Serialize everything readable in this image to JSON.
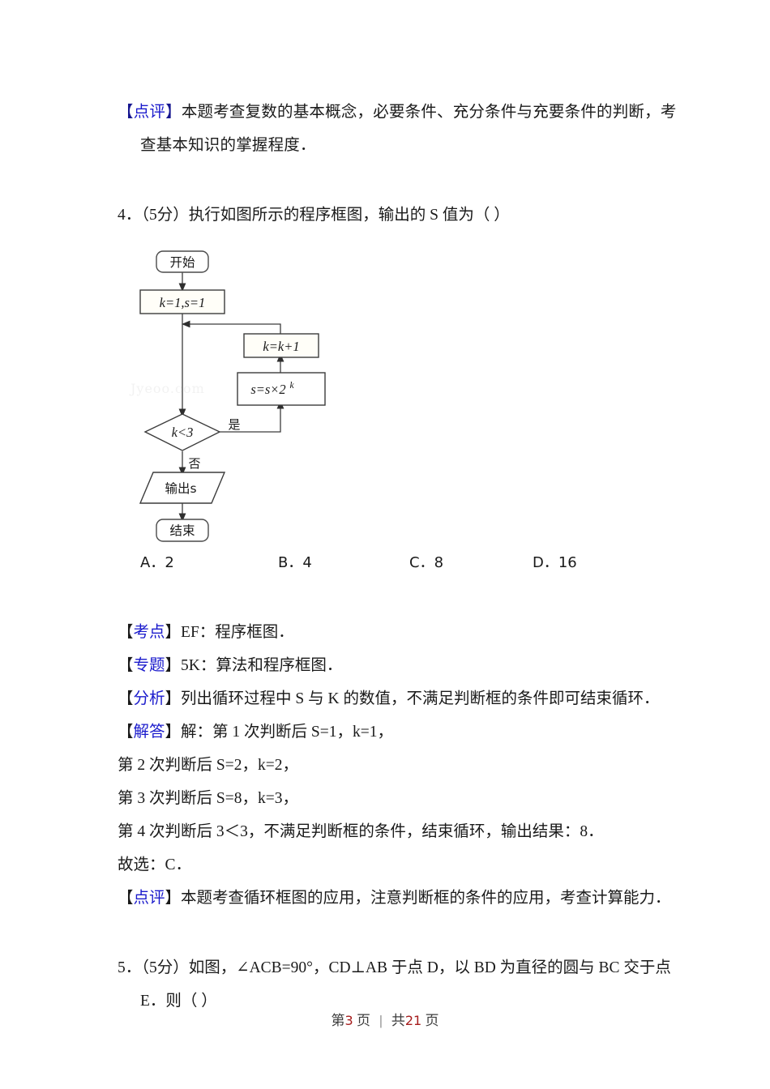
{
  "document": {
    "type": "math-exam-solution-page",
    "language": "zh-CN"
  },
  "blocks": {
    "comment_prev": {
      "label": "【点评】",
      "label_inner": "点评",
      "line1": "本题考查复数的基本概念，必要条件、充分条件与充要条件的判断，考",
      "line2": "查基本知识的掌握程度．"
    },
    "question4": {
      "number": "4",
      "score": "（5分）",
      "text": "执行如图所示的程序框图，输出的 S 值为（      ）",
      "full": "4．（5分）执行如图所示的程序框图，输出的 S 值为（      ）"
    },
    "options": [
      {
        "key": "A",
        "label": "A．2",
        "value": "2"
      },
      {
        "key": "B",
        "label": "B．4",
        "value": "4"
      },
      {
        "key": "C",
        "label": "C．8",
        "value": "8"
      },
      {
        "key": "D",
        "label": "D．16",
        "value": "16"
      }
    ],
    "kaodian": {
      "label": "【考点】",
      "label_inner": "考点",
      "text": "EF：程序框图．"
    },
    "zhuanti": {
      "label": "【专题】",
      "label_inner": "专题",
      "text": "5K：算法和程序框图．"
    },
    "fenxi": {
      "label": "【分析】",
      "label_inner": "分析",
      "text": "列出循环过程中 S 与 K 的数值，不满足判断框的条件即可结束循环．"
    },
    "jieda": {
      "label": "【解答】",
      "label_inner": "解答",
      "line1": "解：第 1 次判断后 S=1，k=1，",
      "line2": "第 2 次判断后 S=2，k=2，",
      "line3": "第 3 次判断后 S=8，k=3，",
      "line4": "第 4 次判断后 3＜3，不满足判断框的条件，结束循环，输出结果：8．",
      "line5": "故选：C．"
    },
    "dianping": {
      "label": "【点评】",
      "label_inner": "点评",
      "text": "本题考查循环框图的应用，注意判断框的条件的应用，考查计算能力．"
    },
    "question5": {
      "line1": "5．（5分）如图，∠ACB=90°，CD⊥AB 于点 D，以 BD 为直径的圆与 BC 交于点",
      "line2": "E．则（      ）"
    }
  },
  "flowchart": {
    "watermark": "Jyeoo.com",
    "nodes": {
      "start": "开始",
      "init": "k=1,s=1",
      "increment": "k=k+1",
      "accumulate_base": "s=s×2",
      "accumulate_exp": "k",
      "decision": "k<3",
      "output": "输出s",
      "end": "结束"
    },
    "edge_labels": {
      "yes": "是",
      "no": "否"
    },
    "colors": {
      "stroke": "#3c3c3c",
      "fill": "#ffffff",
      "text": "#1a1a1a"
    }
  },
  "footer": {
    "prefix": "第",
    "page": "3",
    "unit1": "页",
    "separator": "|",
    "total_prefix": "共",
    "total": "21",
    "unit2": "页"
  },
  "colors": {
    "label_blue": "#1a1acc",
    "bracket_blue": "#15158f",
    "footer_red": "#a61c1c",
    "text": "#1a1a1a"
  }
}
